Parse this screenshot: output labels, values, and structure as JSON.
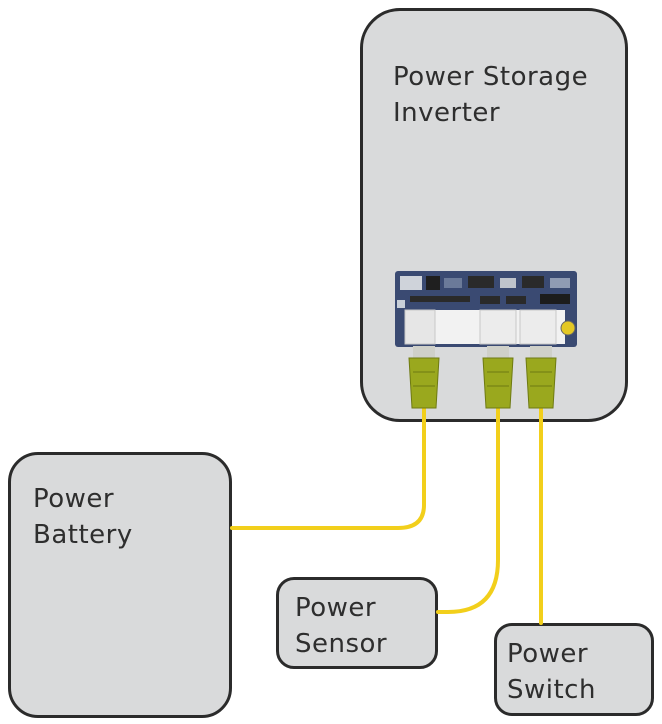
{
  "diagram": {
    "inverter": {
      "label": "Power Storage\nInverter"
    },
    "battery": {
      "label": "Power\nBattery"
    },
    "sensor": {
      "label": "Power\nSensor"
    },
    "switch": {
      "label": "Power\nSwitch"
    }
  },
  "colors": {
    "box_fill": "#d9dadb",
    "box_border": "#2b2b2b",
    "cable": "#f2cf1b",
    "connector": "#9aa81e",
    "board": "#3a4a72"
  }
}
